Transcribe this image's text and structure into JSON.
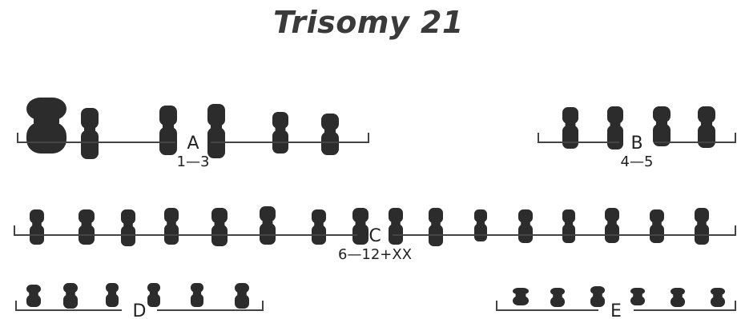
{
  "title": "Trisomy 21",
  "colors": {
    "chromosome": "#2c2c2c",
    "bracket": "#444444",
    "text": "#222222"
  },
  "groups": [
    {
      "letter": "A",
      "range": "1—3",
      "chromosome_count": 6
    },
    {
      "letter": "B",
      "range": "4—5",
      "chromosome_count": 4
    },
    {
      "letter": "C",
      "range": "6—12+XX",
      "chromosome_count": 16
    },
    {
      "letter": "D",
      "range": "",
      "chromosome_count": 6
    },
    {
      "letter": "E",
      "range": "",
      "chromosome_count": 6
    }
  ]
}
